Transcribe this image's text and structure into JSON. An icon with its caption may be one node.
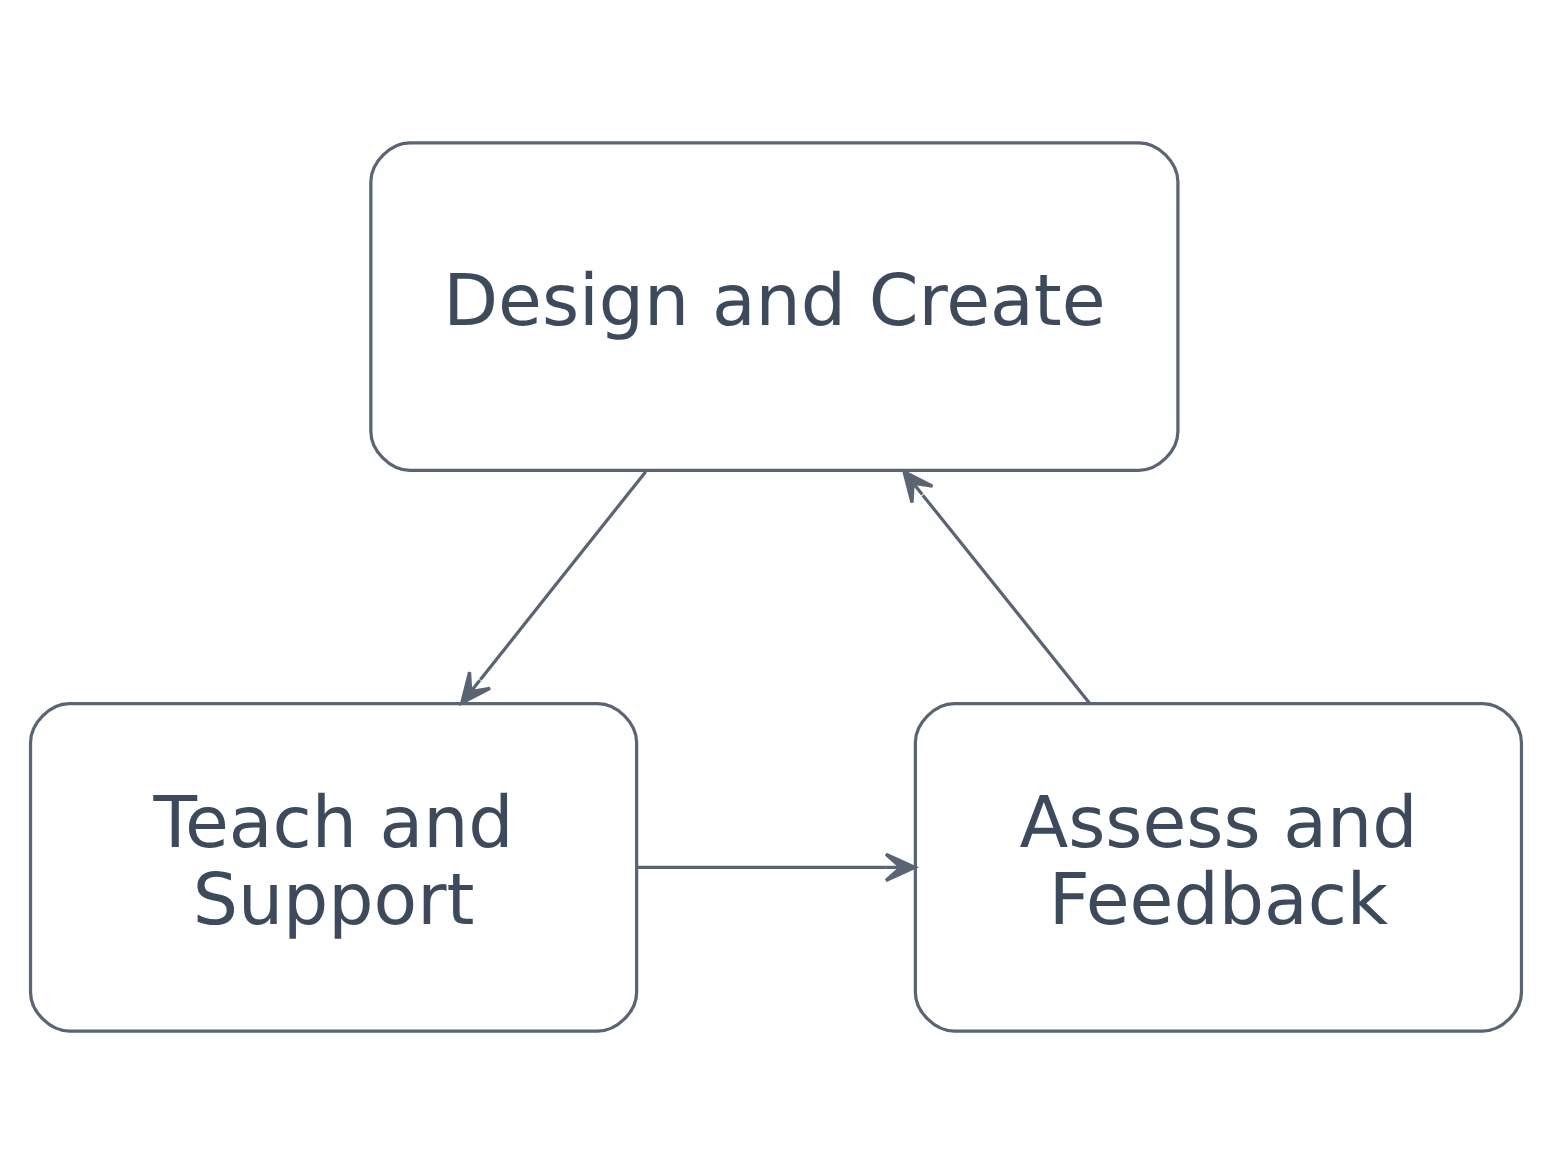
{
  "diagram": {
    "nodes": [
      {
        "text": [
          "Design and Create"
        ]
      },
      {
        "text": [
          "Teach and Support"
        ]
      },
      {
        "text": [
          "Assess and Feedback"
        ]
      }
    ],
    "edges": [
      {
        "from": 0,
        "to": 1,
        "arrow": "to"
      },
      {
        "from": 1,
        "to": 2,
        "arrow": "to"
      },
      {
        "from": 2,
        "to": 0,
        "arrow": "to"
      }
    ]
  }
}
